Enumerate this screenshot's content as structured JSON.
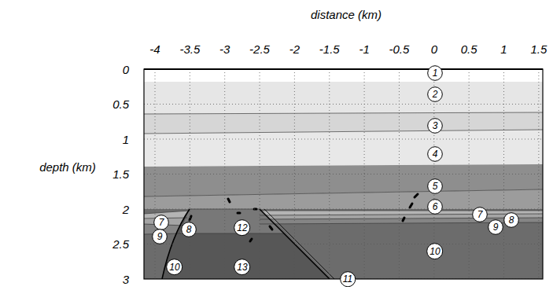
{
  "diagram": {
    "nodes": [
      {
        "text": [
          "1"
        ]
      },
      {
        "text": [
          "2"
        ]
      },
      {
        "text": [
          "3"
        ]
      },
      {
        "text": [
          "4"
        ]
      },
      {
        "text": [
          "5"
        ]
      },
      {
        "text": [
          "6"
        ]
      },
      {
        "text": [
          "7"
        ]
      },
      {
        "text": [
          "7"
        ]
      },
      {
        "text": [
          "8"
        ]
      },
      {
        "text": [
          "9"
        ]
      },
      {
        "text": [
          "8"
        ]
      },
      {
        "text": [
          "12"
        ]
      },
      {
        "text": [
          "9"
        ]
      },
      {
        "text": [
          "10"
        ]
      },
      {
        "text": [
          "10"
        ]
      },
      {
        "text": [
          "13"
        ]
      },
      {
        "text": [
          "11"
        ]
      }
    ],
    "labels": [
      "distance (km)",
      "-4",
      "-3.5",
      "-3",
      "-2.5",
      "-2",
      "-1.5",
      "-1",
      "-0.5",
      "0",
      "0.5",
      "1",
      "1.5",
      "depth (km)",
      "0",
      "0.5",
      "1",
      "1.5",
      "2",
      "2.5",
      "3"
    ]
  }
}
